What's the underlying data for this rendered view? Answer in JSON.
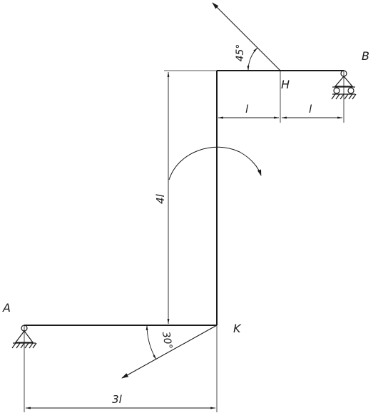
{
  "points": {
    "a": "A",
    "b": "B",
    "h": "H",
    "k": "K"
  },
  "dimensions": {
    "segment_left": "l",
    "segment_right": "l",
    "vertical": "4l",
    "horizontal": "3l"
  },
  "angles": {
    "top_force": "45°",
    "bottom_force": "30°"
  },
  "colors": {
    "line": "#1a1a1a",
    "background": "#ffffff"
  },
  "icons": {
    "pin_support": "pin-support-icon",
    "roller_support": "roller-support-icon",
    "moment": "moment-arrow-icon"
  }
}
